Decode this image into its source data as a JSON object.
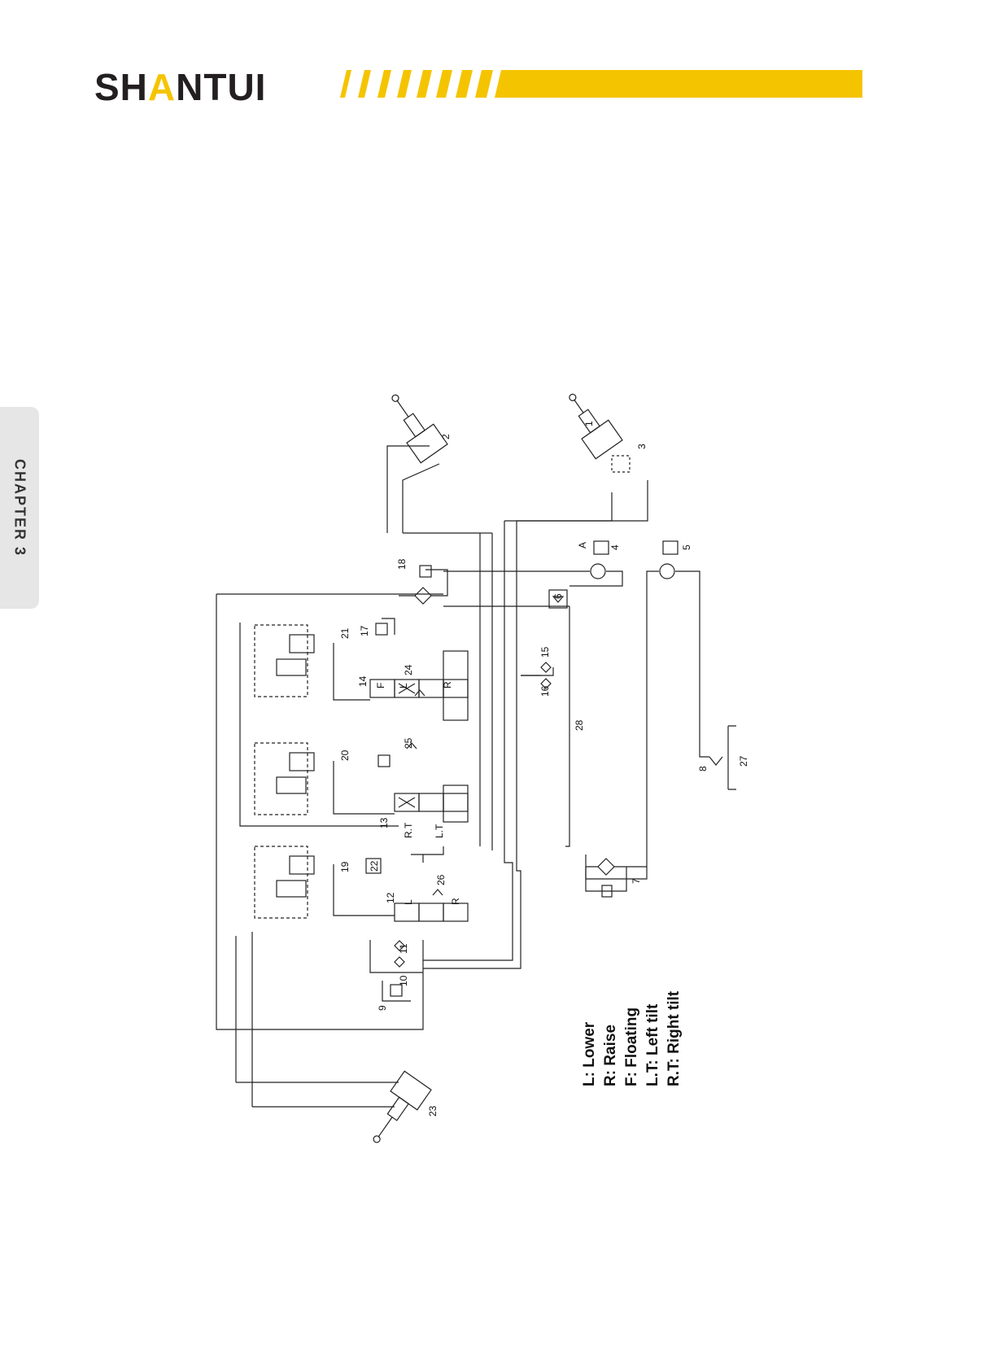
{
  "header": {
    "brand_prefix": "SH",
    "brand_a": "A",
    "brand_suffix": "NTUI",
    "accent_color": "#f5c400"
  },
  "sidebar": {
    "chapter_label": "CHAPTER 3"
  },
  "diagram": {
    "components": [
      "1",
      "2",
      "3",
      "4",
      "5",
      "6",
      "7",
      "8",
      "9",
      "10",
      "11",
      "12",
      "13",
      "14",
      "15",
      "16",
      "17",
      "18",
      "19",
      "20",
      "21",
      "22",
      "23",
      "24",
      "25",
      "26",
      "27",
      "28"
    ],
    "port_label": "A",
    "valve_letters": {
      "l12": "L",
      "r12": "R",
      "rt13": "R.T",
      "lt13": "L.T",
      "f14": "F",
      "l14": "L",
      "r14": "R"
    }
  },
  "legend": {
    "items": [
      "L: Lower",
      "R: Raise",
      "F: Floating",
      "L.T: Left tilt",
      "R.T: Right tilt"
    ]
  }
}
